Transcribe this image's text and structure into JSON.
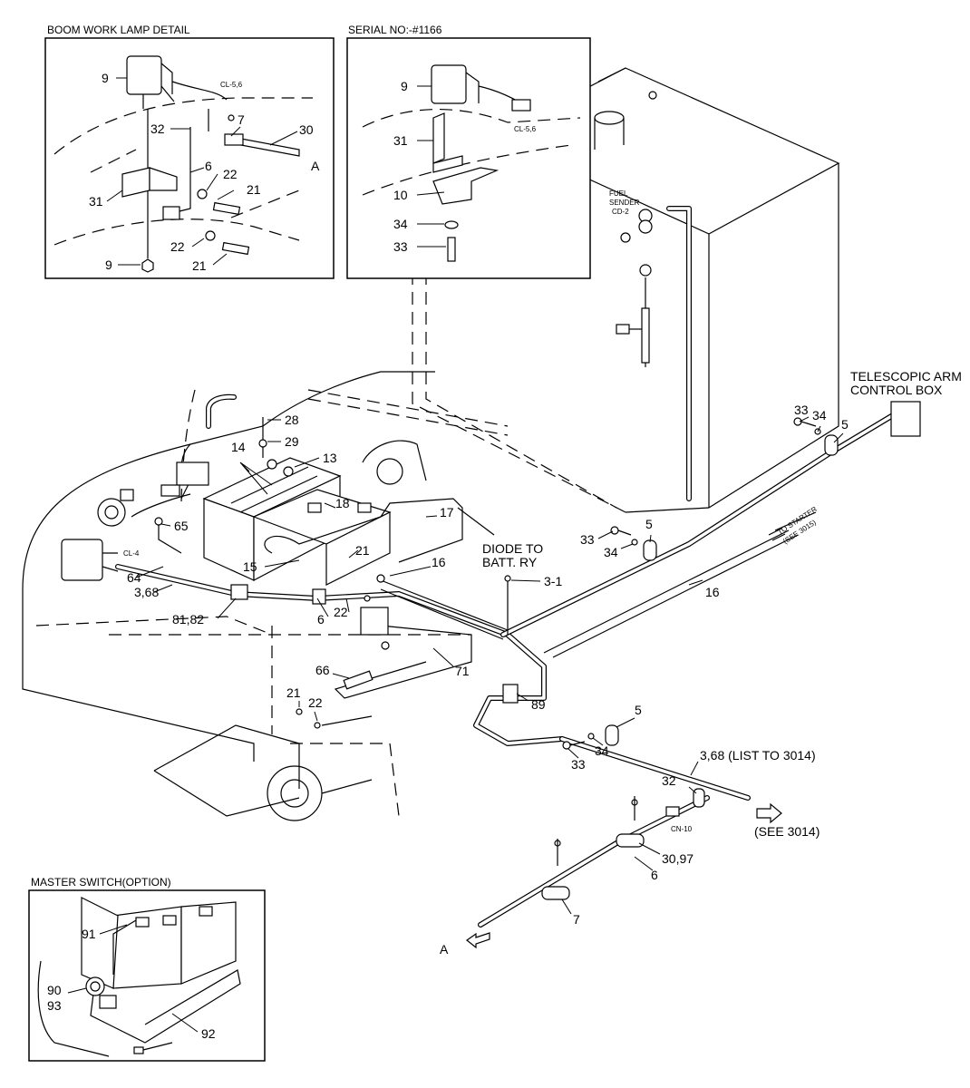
{
  "panels": {
    "boom_lamp": {
      "title": "BOOM WORK LAMP DETAIL"
    },
    "serial": {
      "title": "SERIAL NO:-#1166"
    },
    "master": {
      "title": "MASTER SWITCH(OPTION)"
    }
  },
  "notes": {
    "telescopic_1": "TELESCOPIC ARM",
    "telescopic_2": "CONTROL BOX",
    "diode_1": "DIODE TO",
    "diode_2": "BATT. RY",
    "starter_1": "TO STARTER",
    "starter_2": "(SEE 3015)",
    "see_3014": "(SEE 3014)",
    "fuel_1": "FUEL",
    "fuel_2": "SENDER",
    "fuel_3": "CD-2",
    "cl56_a": "CL-5,6",
    "cl56_b": "CL-5,6",
    "cl4": "CL-4",
    "cn10": "CN-10",
    "arrow_a1": "A",
    "arrow_a2": "A"
  },
  "callouts": {
    "bl_9a": "9",
    "bl_32": "32",
    "bl_7": "7",
    "bl_30": "30",
    "bl_6": "6",
    "bl_22a": "22",
    "bl_21a": "21",
    "bl_31": "31",
    "bl_22b": "22",
    "bl_21b": "21",
    "bl_9b": "9",
    "sn_9": "9",
    "sn_31": "31",
    "sn_10": "10",
    "sn_34": "34",
    "sn_33": "33",
    "m_28": "28",
    "m_29": "29",
    "m_14": "14",
    "m_13": "13",
    "m_18": "18",
    "m_17": "17",
    "m_65": "65",
    "m_21a": "21",
    "m_15": "15",
    "m_64": "64",
    "m_368": "3,68",
    "m_8182": "81,82",
    "m_16a": "16",
    "m_6": "6",
    "m_22a": "22",
    "m_31": "3-1",
    "m_16b": "16",
    "m_66": "66",
    "m_71": "71",
    "m_21b": "21",
    "m_22b": "22",
    "m_89": "89",
    "t_33a": "33",
    "t_34a": "34",
    "t_5a": "5",
    "t_33b": "33",
    "t_5b": "5",
    "t_34b": "34",
    "r_5": "5",
    "r_34": "34",
    "r_33": "33",
    "r_368": "3,68 (LIST TO 3014)",
    "r_32": "32",
    "r_3097": "30,97",
    "r_6": "6",
    "r_7": "7",
    "ms_91": "91",
    "ms_90": "90",
    "ms_93": "93",
    "ms_92": "92"
  }
}
